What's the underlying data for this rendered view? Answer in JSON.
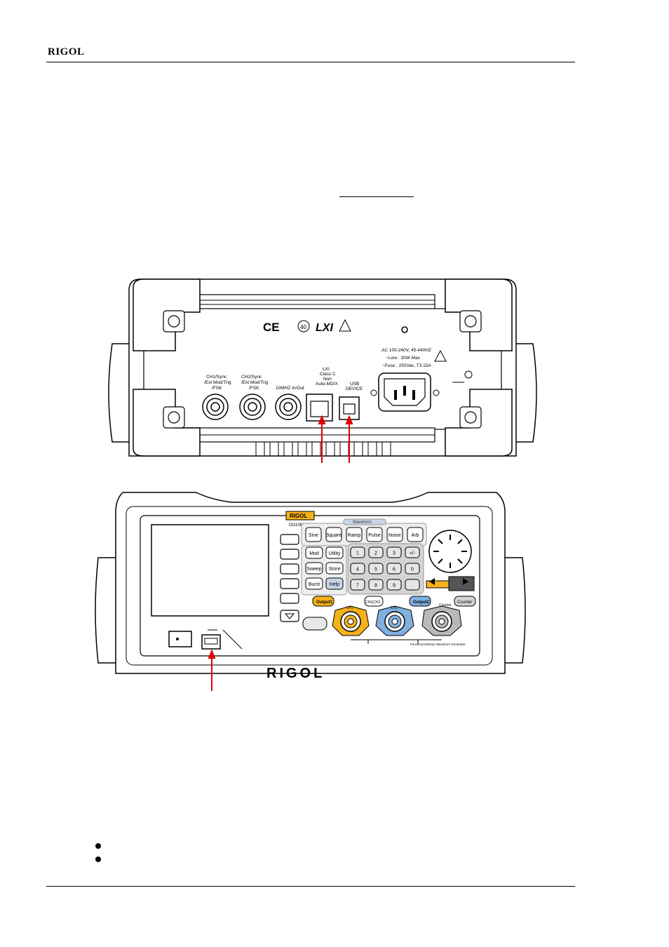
{
  "header": {
    "brand": "RIGOL"
  },
  "rear_panel": {
    "ch1_label": "CH1/Sync",
    "ch1_sub1": "/Ext Mod/Trig",
    "ch1_sub2": "/FSK",
    "ch2_label": "CH2/Sync",
    "ch2_sub1": "/Ext Mod/Trig",
    "ch2_sub2": "/FSK",
    "ref_label": "10MHZ In/Out",
    "lxi_1": "LXI",
    "lxi_2": "Class C",
    "lxi_3": "Non",
    "lxi_4": "Auto-MDIX",
    "usb_1": "USB",
    "usb_2": "DEVICE",
    "power_1": "AC 100-240V, 45-440HZ",
    "power_2": "~Line : 30W Max",
    "power_3": "~Fuse : 250Vac, T3.15A",
    "cert_marks": "CE",
    "lxi_logo": "LXI",
    "rating": "40"
  },
  "front_panel": {
    "brand_badge": "RIGOL",
    "model": "DG1062",
    "waveform_title": "Waveform",
    "waveform_keys": [
      "Sine",
      "Square",
      "Ramp",
      "Pulse",
      "Noise",
      "Arb"
    ],
    "function_keys": [
      "Mod",
      "Utility",
      "Sweep",
      "Store",
      "Burst",
      "Help"
    ],
    "numeric_keys": [
      "1",
      "2",
      "3",
      "+/-",
      "4",
      "5",
      "6",
      "0",
      "7",
      "8",
      "9",
      "."
    ],
    "output1_label": "Output1",
    "output2_label": "Output2",
    "counter_key": "Counter",
    "channel_key": "CH1|CH2",
    "ch1_label": "CH1",
    "ch2_label": "CH2",
    "counter_label": "Counter",
    "footer_label": "Function/Arbitrary  Waveform  Generator",
    "front_logo": "RIGOL"
  },
  "colors": {
    "red_arrow": "#e00000",
    "output1_yellow": "#f5b21a",
    "output2_blue": "#7fb0e0",
    "keypad_grey": "#d4d4d4",
    "panel_grey": "#b9b9b9"
  }
}
